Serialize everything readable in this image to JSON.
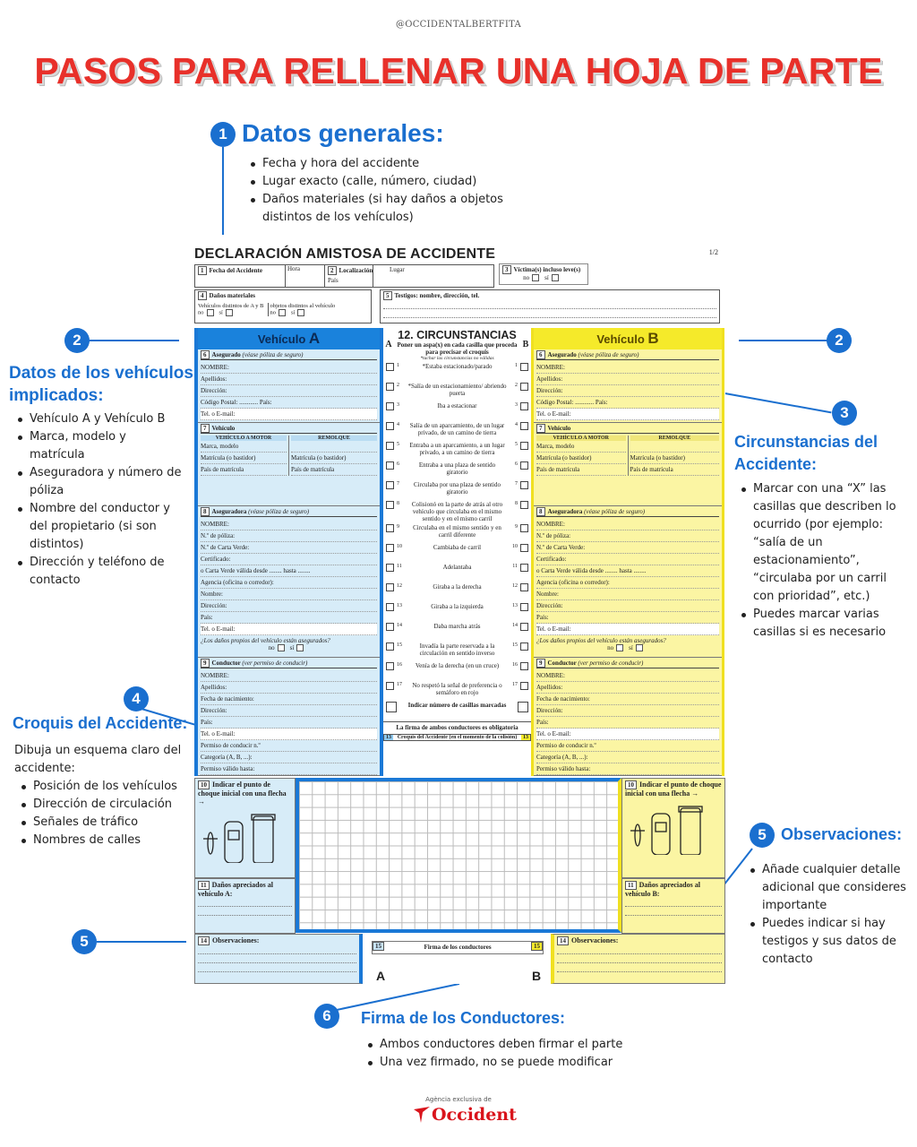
{
  "handle": "@OCCIDENTALBERTFITA",
  "title": "PASOS PARA RELLENAR UNA HOJA DE PARTE",
  "steps": {
    "s1": {
      "num": "1",
      "title": "Datos generales:",
      "bullets": [
        "Fecha y hora del accidente",
        "Lugar exacto (calle, número, ciudad)",
        "Daños materiales (si hay daños a objetos",
        "distintos de los vehículos)"
      ]
    },
    "s2": {
      "num": "2",
      "title": [
        "Datos de los vehículos",
        "implicados:"
      ],
      "bullets": [
        "Vehículo A y Vehículo B",
        "Marca, modelo y matrícula",
        "Aseguradora y número de póliza",
        "Nombre del conductor y del propietario (si son distintos)",
        "Dirección y teléfono de contacto"
      ]
    },
    "s3": {
      "num": "3",
      "title": [
        "Circunstancias del",
        "Accidente:"
      ],
      "bullets": [
        "Marcar con una “X” las casillas que describen lo ocurrido (por ejemplo: “salía de un estacionamiento”, “circulaba por un carril con prioridad”, etc.)",
        "Puedes marcar varias casillas si es necesario"
      ]
    },
    "s4": {
      "num": "4",
      "title": "Croquis del Accidente:",
      "intro": "Dibuja un esquema claro del accidente:",
      "bullets": [
        "Posición de los vehículos",
        "Dirección de circulación",
        "Señales de tráfico",
        "Nombres de calles"
      ]
    },
    "s5": {
      "num": "5",
      "title": "Observaciones:",
      "bullets": [
        "Añade cualquier detalle adicional que consideres importante",
        "Puedes indicar si hay testigos y sus datos de contacto"
      ]
    },
    "s6": {
      "num": "6",
      "title": "Firma de los Conductores:",
      "bullets": [
        "Ambos conductores deben firmar el parte",
        "Una vez firmado, no se puede modificar"
      ]
    }
  },
  "form": {
    "title": "DECLARACIÓN AMISTOSA DE ACCIDENTE",
    "page": "1/2",
    "f1": {
      "n": "1",
      "label": "Fecha del Accidente",
      "hora": "Hora"
    },
    "f2": {
      "n": "2",
      "label": "Localización",
      "lugar": "Lugar",
      "pais": "País"
    },
    "f3": {
      "n": "3",
      "label": "Víctima(s) incluso leve(s)",
      "no": "no",
      "si": "sí"
    },
    "f4": {
      "n": "4",
      "label": "Daños materiales",
      "a": "Vehículos distintos de A y B",
      "b": "objetos distintos al vehículo",
      "no": "no",
      "si": "sí"
    },
    "f5": {
      "n": "5",
      "label": "Testigos: nombre, dirección, tel."
    },
    "vA": {
      "word": "Vehículo",
      "letter": "A"
    },
    "vB": {
      "word": "Vehículo",
      "letter": "B"
    },
    "v": {
      "s6": {
        "n": "6",
        "t": "Asegurado",
        "note": "(véase póliza de seguro)",
        "fields": [
          "NOMBRE:",
          "Apellidos:",
          "Dirección:",
          "Código Postal: ............ País:",
          "Tel. o E-mail:"
        ]
      },
      "s7": {
        "n": "7",
        "t": "Vehículo",
        "motor": "VEHÍCULO A MOTOR",
        "remolque": "REMOLQUE",
        "motor_fields": [
          "Marca, modelo",
          "Matrícula (o bastidor)",
          "País de matrícula"
        ],
        "remolque_fields": [
          "",
          "Matrícula (o bastidor)",
          "País de matrícula"
        ]
      },
      "s8": {
        "n": "8",
        "t": "Aseguradora",
        "note": "(véase póliza de seguro)",
        "fields": [
          "NOMBRE:",
          "N.º de póliza:",
          "N.º de Carta Verde:",
          "Certificado:",
          "o Carta Verde válida   desde ........ hasta ........",
          "Agencia (oficina o corredor):",
          "Nombre:",
          "Dirección:",
          "País:",
          "Tel. o E-mail:"
        ],
        "q": "¿Los daños propios del vehículo están asegurados?",
        "no": "no",
        "si": "sí"
      },
      "s9": {
        "n": "9",
        "t": "Conductor",
        "note": "(ver permiso de conducir)",
        "fields": [
          "NOMBRE:",
          "Apellidos:",
          "Fecha de nacimiento:",
          "Dirección:",
          "País:",
          "Tel. o E-mail:",
          "Permiso de conducir n.º",
          "Categoría (A, B, ...):",
          "Permiso válido hasta:"
        ]
      },
      "s10": {
        "n": "10",
        "t": "Indicar el punto de choque inicial con una flecha →"
      },
      "s11A": {
        "n": "11",
        "t": "Daños apreciados al vehículo A:"
      },
      "s11B": {
        "n": "11",
        "t": "Daños apreciados al vehículo B:"
      },
      "s14": {
        "n": "14",
        "t": "Observaciones:"
      }
    },
    "c12": {
      "title": "12. CIRCUNSTANCIAS",
      "a": "A",
      "b": "B",
      "instr": "Poner un aspa(x) en cada casilla que proceda para precisar el croquis",
      "note": "*tachar las circunstancias no válidas",
      "items": [
        "*Estaba estacionado/parado",
        "*Salía de un estacionamiento/ abriendo puerta",
        "Iba a estacionar",
        "Salía de un aparcamiento, de un lugar privado, de un camino de tierra",
        "Entraba a un aparcamiento, a un lugar privado, a un camino de tierra",
        "Entraba a una plaza de sentido giratorio",
        "Circulaba por una plaza de sentido giratorio",
        "Colisionó en la parte de atrás al otro vehículo que circulaba en el mismo sentido y en el mismo carril",
        "Circulaba en el mismo sentido y en carril diferente",
        "Cambiaba de carril",
        "Adelantaba",
        "Giraba a la derecha",
        "Giraba a la izquierda",
        "Daba marcha atrás",
        "Invadía la parte reservada a la circulación en sentido inverso",
        "Venía de la derecha (en un cruce)",
        "No respetó la señal de preferencia o semáforo en rojo"
      ],
      "count": "Indicar número de casillas marcadas",
      "firma_req": "La firma de ambos conductores es obligatoria",
      "s13": "13",
      "s13t": "Croquis del Accidente (en el momento de la colisión)"
    },
    "s15": {
      "n": "15",
      "t": "Firma de los conductores"
    }
  },
  "logo": {
    "tag": "Agència exclusiva de",
    "brand": "Occident"
  }
}
